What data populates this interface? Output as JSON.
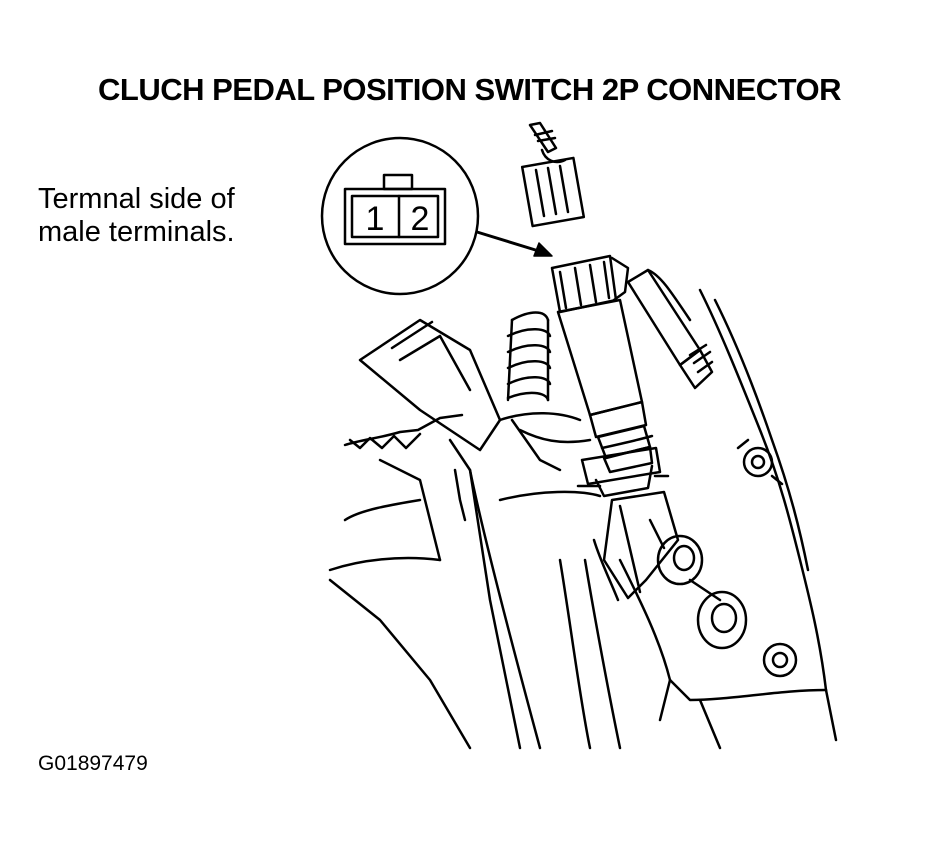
{
  "title": "CLUCH PEDAL POSITION SWITCH 2P CONNECTOR",
  "callout": {
    "line1": "Termnal side of",
    "line2": "male terminals."
  },
  "connector_pins": [
    "1",
    "2"
  ],
  "figure_id": "G01897479"
}
